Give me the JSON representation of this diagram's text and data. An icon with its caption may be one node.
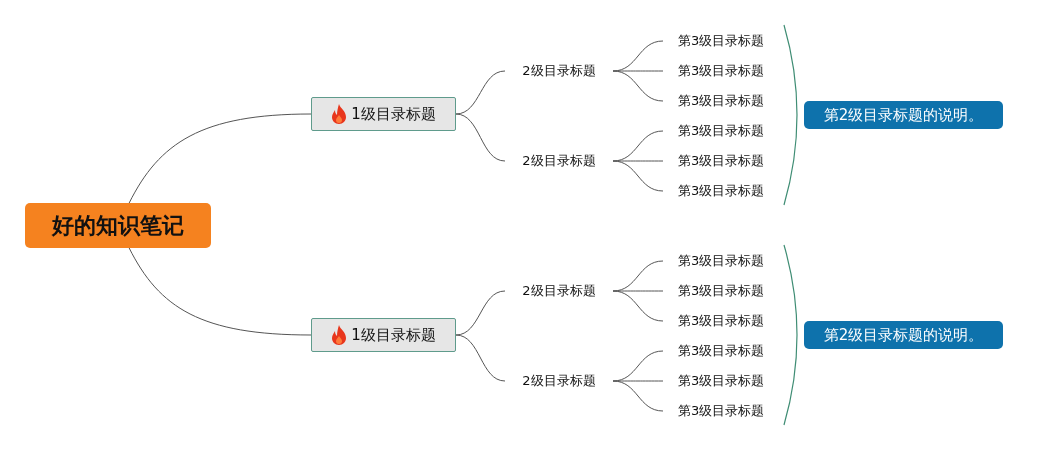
{
  "diagram": {
    "nodes": [
      {
        "text": [
          "好的知识笔记"
        ]
      },
      {
        "text": [
          "1级目录标题"
        ]
      },
      {
        "text": [
          "2级目录标题"
        ]
      },
      {
        "text": [
          "2级目录标题"
        ]
      },
      {
        "text": [
          "第3级目录标题"
        ]
      },
      {
        "text": [
          "第3级目录标题"
        ]
      },
      {
        "text": [
          "第3级目录标题"
        ]
      },
      {
        "text": [
          "第3级目录标题"
        ]
      },
      {
        "text": [
          "第3级目录标题"
        ]
      },
      {
        "text": [
          "第3级目录标题"
        ]
      },
      {
        "text": [
          "第2级目录标题的说明。"
        ]
      },
      {
        "text": [
          "1级目录标题"
        ]
      },
      {
        "text": [
          "2级目录标题"
        ]
      },
      {
        "text": [
          "2级目录标题"
        ]
      },
      {
        "text": [
          "第3级目录标题"
        ]
      },
      {
        "text": [
          "第3级目录标题"
        ]
      },
      {
        "text": [
          "第3级目录标题"
        ]
      },
      {
        "text": [
          "第3级目录标题"
        ]
      },
      {
        "text": [
          "第3级目录标题"
        ]
      },
      {
        "text": [
          "第3级目录标题"
        ]
      },
      {
        "text": [
          "第2级目录标题的说明。"
        ]
      }
    ],
    "edges": [
      {
        "from": 0,
        "to": 1,
        "arrow": "none"
      },
      {
        "from": 1,
        "to": 2,
        "arrow": "none"
      },
      {
        "from": 1,
        "to": 3,
        "arrow": "none"
      },
      {
        "from": 2,
        "to": 4,
        "arrow": "none"
      },
      {
        "from": 2,
        "to": 5,
        "arrow": "none"
      },
      {
        "from": 2,
        "to": 6,
        "arrow": "none"
      },
      {
        "from": 3,
        "to": 7,
        "arrow": "none"
      },
      {
        "from": 3,
        "to": 8,
        "arrow": "none"
      },
      {
        "from": 3,
        "to": 9,
        "arrow": "none"
      },
      {
        "from": 0,
        "to": 11,
        "arrow": "none"
      },
      {
        "from": 11,
        "to": 12,
        "arrow": "none"
      },
      {
        "from": 11,
        "to": 13,
        "arrow": "none"
      },
      {
        "from": 12,
        "to": 14,
        "arrow": "none"
      },
      {
        "from": 12,
        "to": 15,
        "arrow": "none"
      },
      {
        "from": 12,
        "to": 16,
        "arrow": "none"
      },
      {
        "from": 13,
        "to": 17,
        "arrow": "none"
      },
      {
        "from": 13,
        "to": 18,
        "arrow": "none"
      },
      {
        "from": 13,
        "to": 19,
        "arrow": "none"
      }
    ]
  }
}
